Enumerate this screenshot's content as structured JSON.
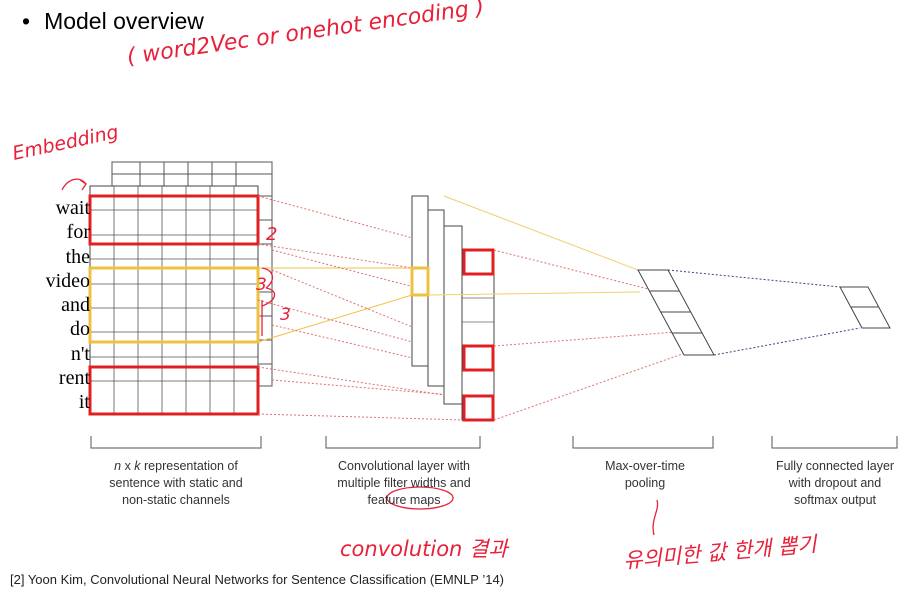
{
  "slide": {
    "bullet": "Model overview",
    "reference": "[2] Yoon Kim, Convolutional Neural Networks for Sentence Classification (EMNLP ’14)"
  },
  "diagram": {
    "words": [
      "wait",
      "for",
      "the",
      "video",
      "and",
      "do",
      "n't",
      "rent",
      "it"
    ],
    "captions": {
      "embedding": {
        "line1_var1": "n",
        "line1_x": " x ",
        "line1_var2": "k",
        "line1_rest": " representation of",
        "line2": "sentence with static and",
        "line3": "non-static channels"
      },
      "convolution": {
        "line1": "Convolutional layer with",
        "line2": "multiple filter widths and",
        "line3": "feature maps"
      },
      "pooling": {
        "line1": "Max-over-time",
        "line2": "pooling"
      },
      "fully_connected": {
        "line1": "Fully connected layer",
        "line2": "with dropout and",
        "line3": "softmax output"
      }
    },
    "colors": {
      "red": "#e02020",
      "yellow": "#f0c040",
      "grid": "#333333",
      "blue": "#404080",
      "annotation": "#e8203a"
    }
  },
  "annotations": {
    "top": "( word2Vec or onehot encoding )",
    "embedding": "Embedding",
    "num_2": "2",
    "num_3a": "3",
    "num_3b": "3",
    "convolution_result": "convolution 결과",
    "pooling_note": "유의미한 값 한개 뽑기"
  }
}
